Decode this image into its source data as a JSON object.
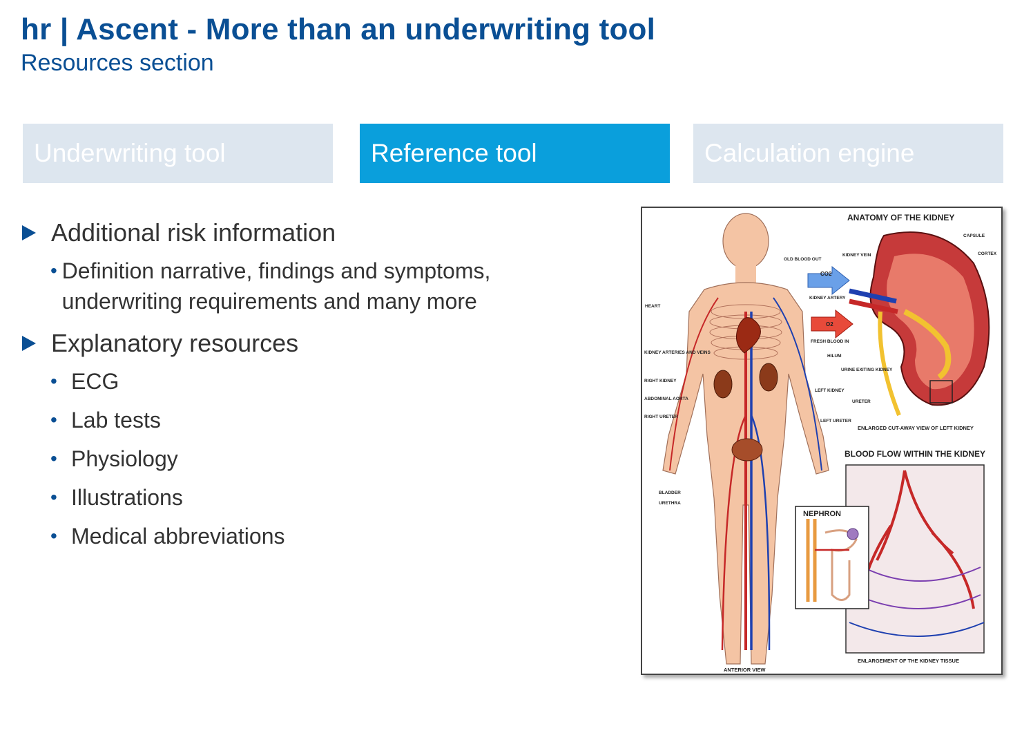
{
  "header": {
    "title": "hr | Ascent - More than an underwriting tool",
    "subtitle": "Resources section"
  },
  "tabs": [
    {
      "label": "Underwriting tool",
      "active": false
    },
    {
      "label": "Reference tool",
      "active": true
    },
    {
      "label": "Calculation engine",
      "active": false
    }
  ],
  "colors": {
    "title": "#0a4f94",
    "tab_active": "#0a9fdc",
    "tab_inactive": "#dde6ef",
    "body_text": "#333333"
  },
  "content": {
    "section1": {
      "heading": "Additional risk information",
      "items": [
        "Definition narrative, findings and symptoms, underwriting requirements and many more"
      ]
    },
    "section2": {
      "heading": "Explanatory resources",
      "items": [
        "ECG",
        "Lab tests",
        "Physiology",
        "Illustrations",
        "Medical abbreviations"
      ]
    }
  },
  "illustration": {
    "title_main": "ANATOMY OF THE KIDNEY",
    "title_flow": "BLOOD FLOW WITHIN THE KIDNEY",
    "title_nephron": "NEPHRON",
    "caption_cutaway": "ENLARGED CUT-AWAY VIEW OF LEFT KIDNEY",
    "caption_tissue": "ENLARGEMENT OF THE KIDNEY TISSUE",
    "caption_anterior": "ANTERIOR VIEW",
    "labels": {
      "capsule": "CAPSULE",
      "cortex": "CORTEX",
      "old_blood_out": "OLD BLOOD OUT",
      "kidney_vein": "KIDNEY VEIN",
      "kidney_artery": "KIDNEY ARTERY",
      "fresh_blood_in": "FRESH BLOOD IN",
      "hilum": "HILUM",
      "urine_exiting": "URINE EXITING KIDNEY",
      "ureter": "URETER",
      "heart": "HEART",
      "kidney_arteries_veins": "KIDNEY ARTERIES AND VEINS",
      "right_kidney": "RIGHT KIDNEY",
      "abdominal_aorta": "ABDOMINAL AORTA",
      "right_ureter": "RIGHT URETER",
      "left_kidney": "LEFT KIDNEY",
      "left_ureter": "LEFT URETER",
      "bladder": "BLADDER",
      "urethra": "URETHRA",
      "co2": "CO2",
      "o2": "O2"
    }
  }
}
